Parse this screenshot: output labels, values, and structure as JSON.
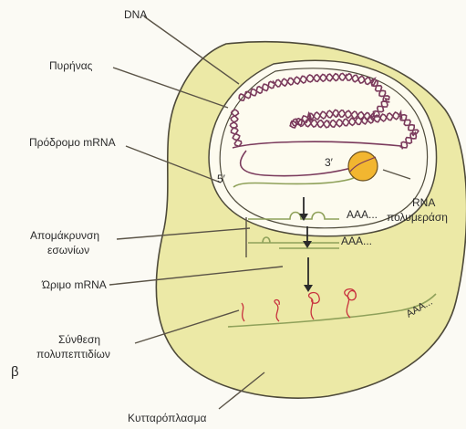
{
  "labels": {
    "dna": "DNA",
    "nucleus": "Πυρήνας",
    "pre_mrna": "Πρόδρομο mRNA",
    "five_prime": "5′",
    "three_prime": "3′",
    "intron_removal_line1": "Απομάκρυνση",
    "intron_removal_line2": "εσωνίων",
    "mature_mrna": "Ώριμο mRNA",
    "rna_polymerase_line1": "RNA",
    "rna_polymerase_line2": "πολυμεράση",
    "polya_1": "AAA...",
    "polya_2": "AAA...",
    "polya_cyto": "AAA...",
    "peptide_synthesis_line1": "Σύνθεση",
    "peptide_synthesis_line2": "πολυπεπτιδίων",
    "cytoplasm": "Κυτταρόπλασμα",
    "panel": "β"
  },
  "colors": {
    "cytoplasm": "#ece9a6",
    "nucleus": "#fdfbef",
    "dna": "#7a3a5c",
    "rna": "#8fa15a",
    "polymerase": "#f2b630",
    "polypeptide": "#c8323e"
  }
}
